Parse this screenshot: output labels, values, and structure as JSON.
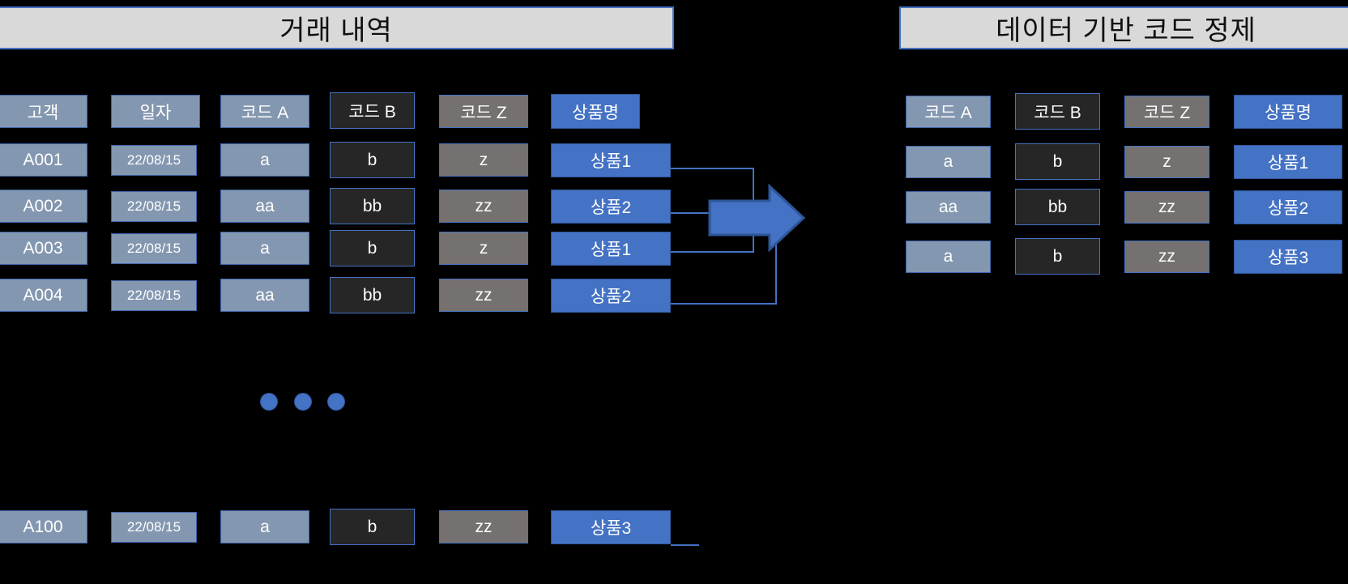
{
  "banners": {
    "left": {
      "title": "거래 내역"
    },
    "right": {
      "title": "데이터 기반 코드 정제"
    }
  },
  "left_table": {
    "columns": [
      {
        "label": "고객",
        "style": "steel"
      },
      {
        "label": "일자",
        "style": "steel"
      },
      {
        "label": "코드 A",
        "style": "steel"
      },
      {
        "label": "코드 B",
        "style": "dark"
      },
      {
        "label": "코드 Z",
        "style": "gray"
      },
      {
        "label": "상품명",
        "style": "accent"
      }
    ],
    "rows": [
      {
        "cells": [
          "A001",
          "22/08/15",
          "a",
          "b",
          "z",
          "상품1"
        ]
      },
      {
        "cells": [
          "A002",
          "22/08/15",
          "aa",
          "bb",
          "zz",
          "상품2"
        ]
      },
      {
        "cells": [
          "A003",
          "22/08/15",
          "a",
          "b",
          "z",
          "상품1"
        ]
      },
      {
        "cells": [
          "A004",
          "22/08/15",
          "aa",
          "bb",
          "zz",
          "상품2"
        ]
      }
    ],
    "last_row": {
      "cells": [
        "A100",
        "22/08/15",
        "a",
        "b",
        "zz",
        "상품3"
      ]
    }
  },
  "right_table": {
    "columns": [
      {
        "label": "코드 A",
        "style": "steel"
      },
      {
        "label": "코드 B",
        "style": "dark"
      },
      {
        "label": "코드 Z",
        "style": "gray"
      },
      {
        "label": "상품명",
        "style": "accent"
      }
    ],
    "rows": [
      {
        "cells": [
          "a",
          "b",
          "z",
          "상품1"
        ]
      },
      {
        "cells": [
          "aa",
          "bb",
          "zz",
          "상품2"
        ]
      },
      {
        "cells": [
          "a",
          "b",
          "zz",
          "상품3"
        ]
      }
    ]
  },
  "ellipsis": {
    "count": 3,
    "color": "#4472C4"
  },
  "arrow": {
    "direction": "right",
    "color": "#4472C4"
  },
  "palette": {
    "background": "#000000",
    "steel": "#8497B0",
    "dark": "#262626",
    "gray": "#767171",
    "accent": "#4472C4",
    "banner_fill": "#D9D9D9",
    "banner_border": "#4472C4",
    "connector": "#4472C4"
  }
}
